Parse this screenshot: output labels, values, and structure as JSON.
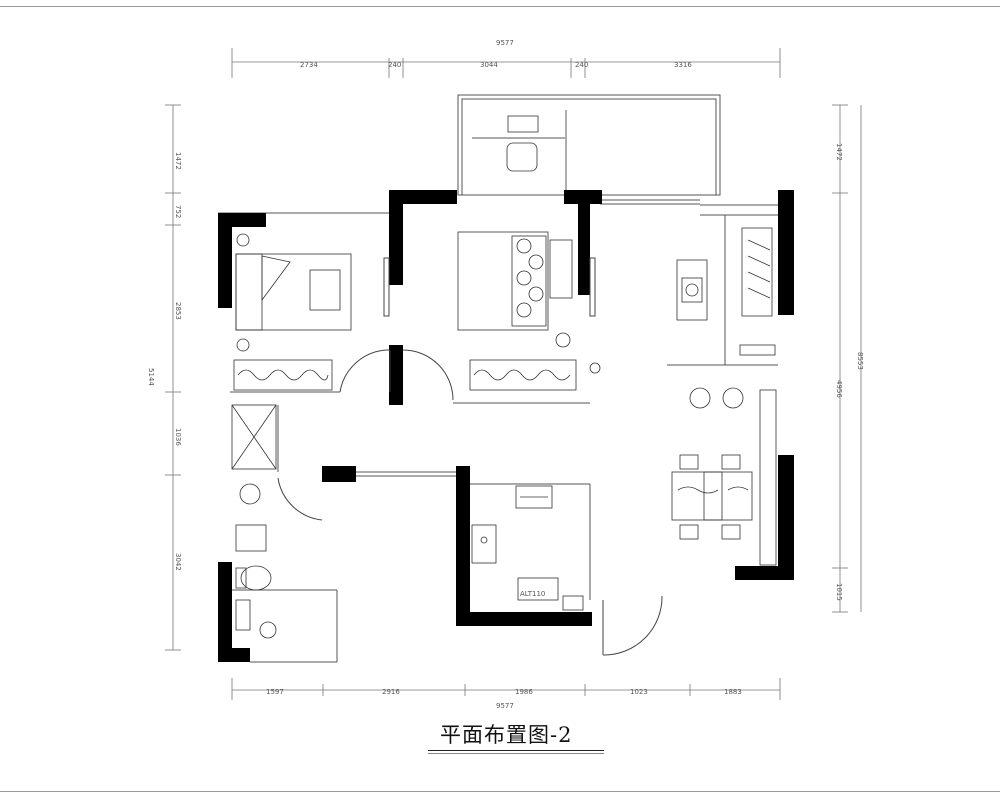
{
  "title": "平面布置图-2",
  "dims_top": {
    "total": "9577",
    "segments": [
      "2734",
      "240",
      "3044",
      "240",
      "3316"
    ]
  },
  "dims_bottom": {
    "total": "9577",
    "segments": [
      "1597",
      "2916",
      "1986",
      "1023",
      "1883"
    ]
  },
  "dims_left": {
    "total": "5144",
    "segments": [
      "1472",
      "752",
      "2853",
      "1036",
      "3042"
    ]
  },
  "dims_right": {
    "total": "8553",
    "segments": [
      "1472",
      "4956",
      "1015"
    ]
  },
  "room_labels": {
    "kitchen_appliance": "ALT110"
  }
}
